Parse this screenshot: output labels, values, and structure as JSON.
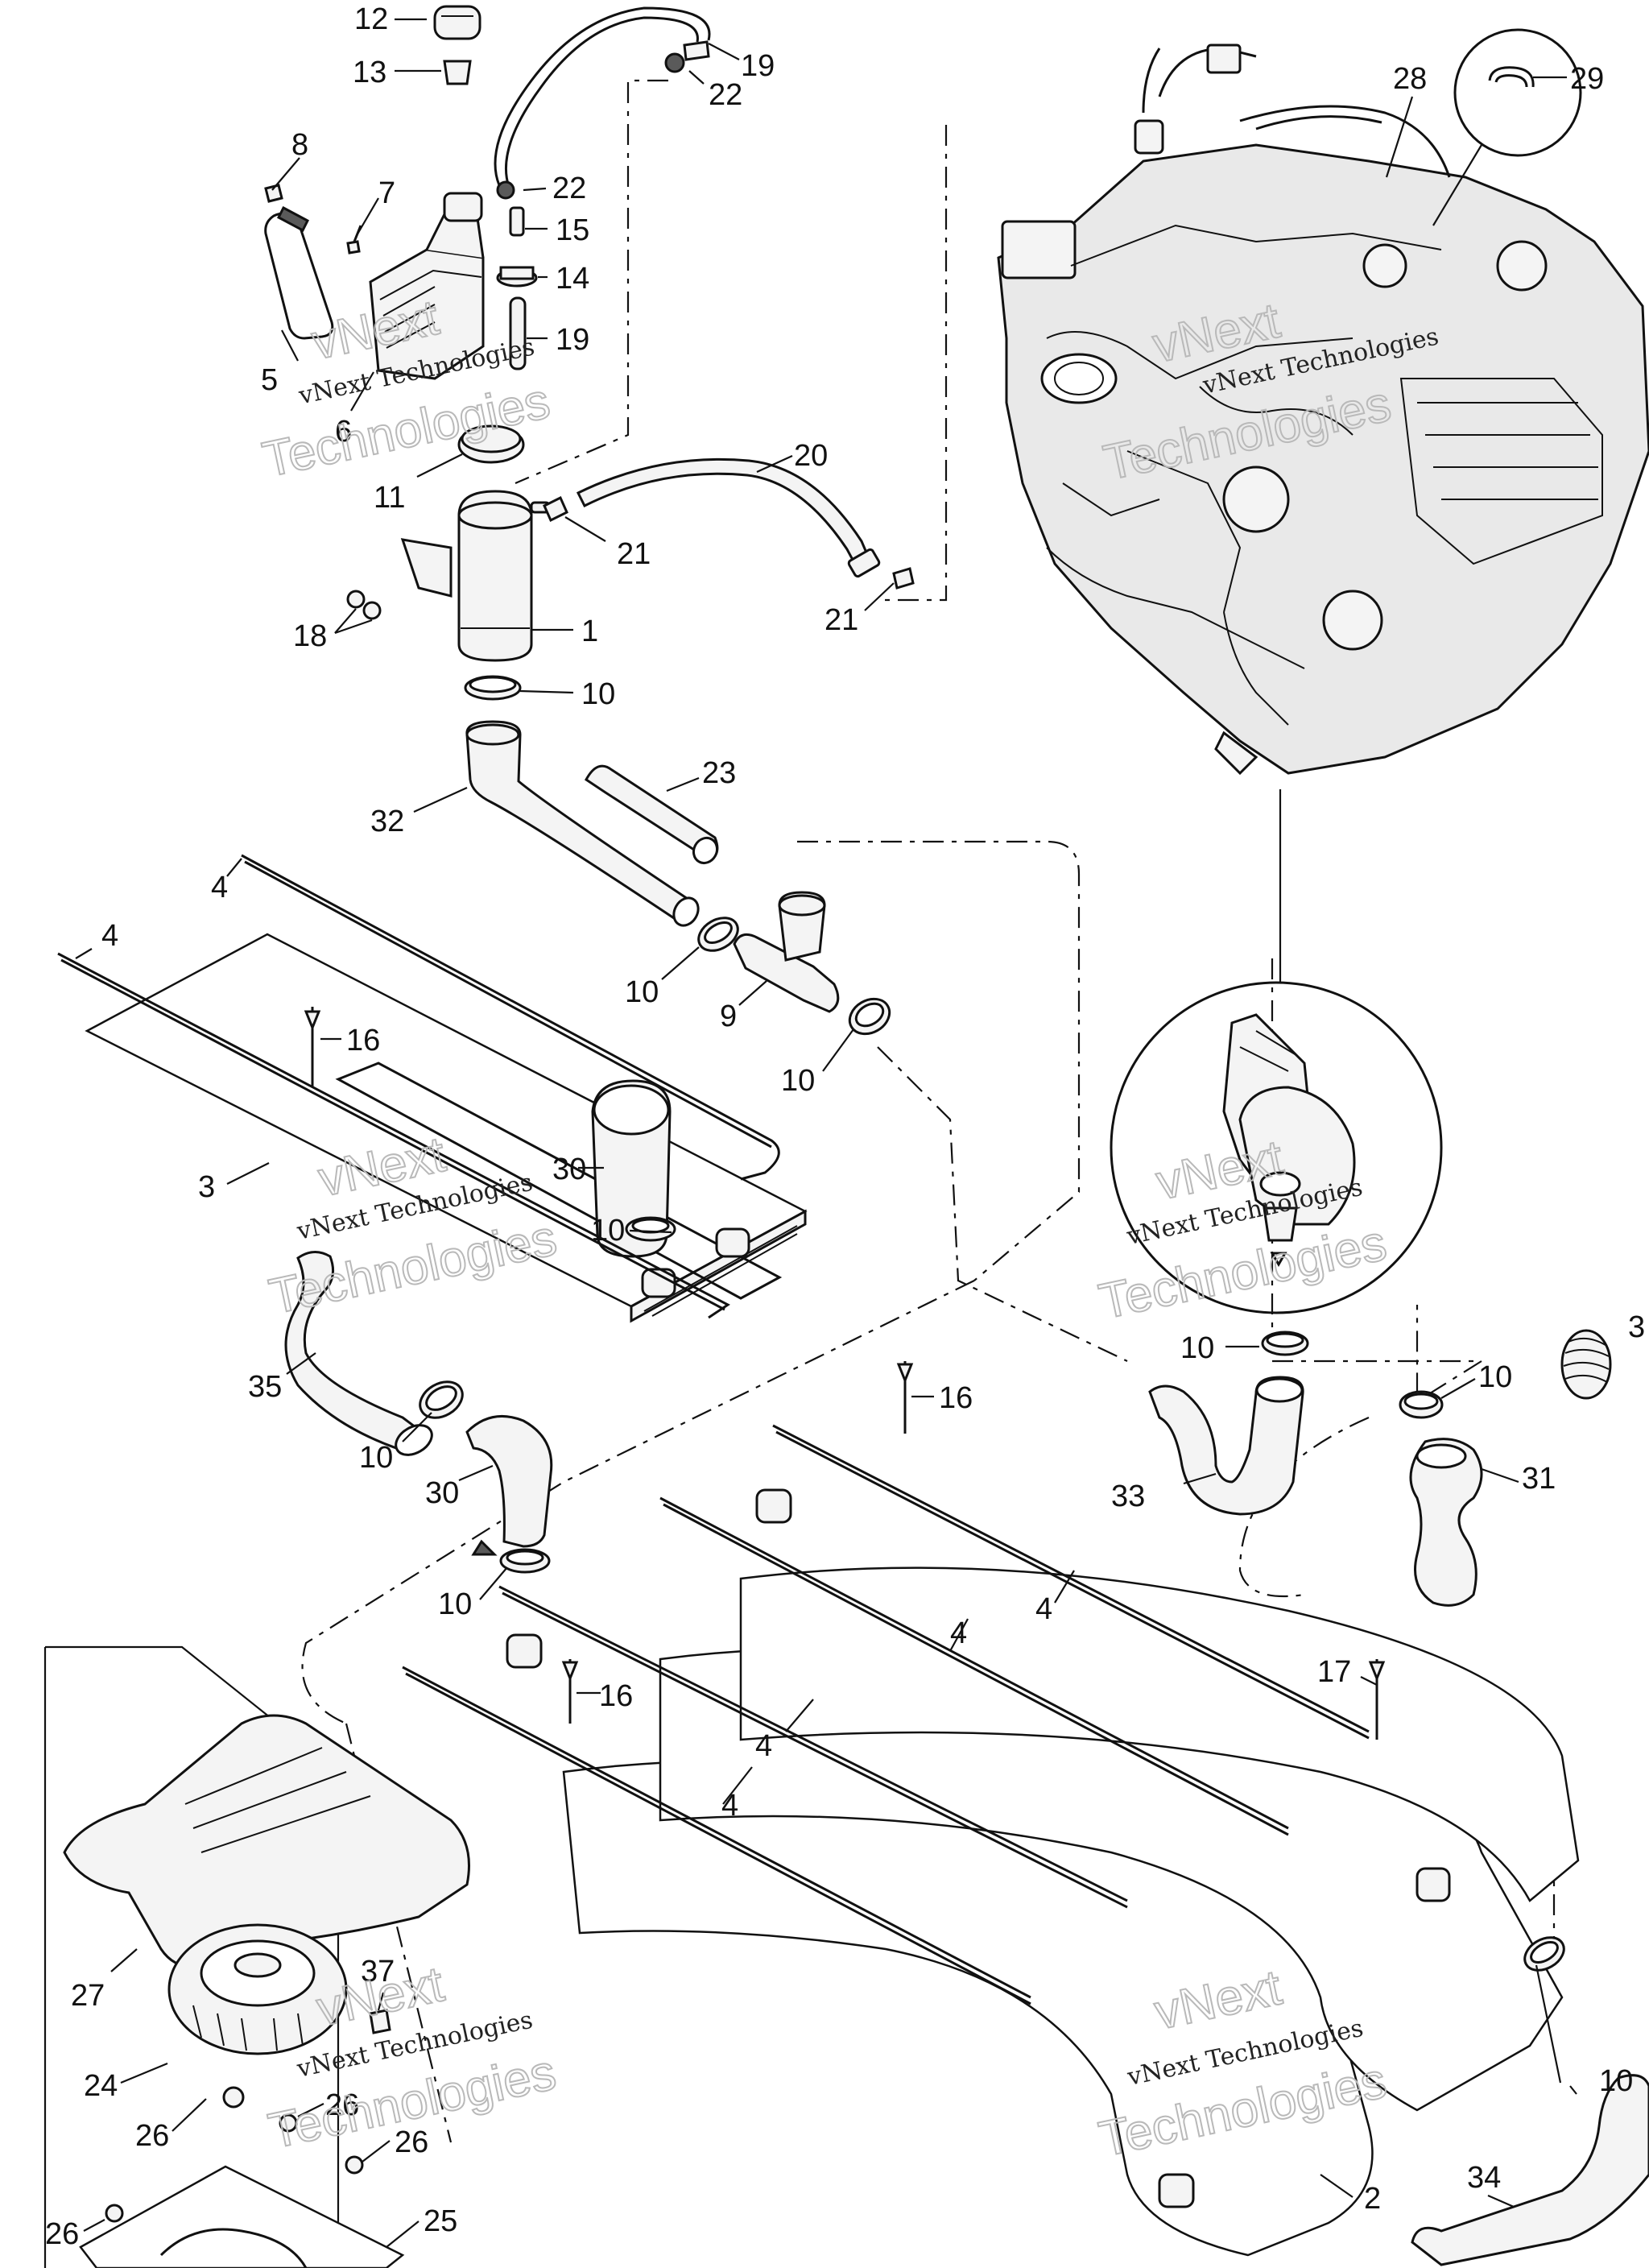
{
  "diagram": {
    "callouts": [
      {
        "id": "c12",
        "label": "12"
      },
      {
        "id": "c13",
        "label": "13"
      },
      {
        "id": "c19a",
        "label": "19"
      },
      {
        "id": "c22a",
        "label": "22"
      },
      {
        "id": "c8",
        "label": "8"
      },
      {
        "id": "c7",
        "label": "7"
      },
      {
        "id": "c22b",
        "label": "22"
      },
      {
        "id": "c15",
        "label": "15"
      },
      {
        "id": "c14",
        "label": "14"
      },
      {
        "id": "c19b",
        "label": "19"
      },
      {
        "id": "c5",
        "label": "5"
      },
      {
        "id": "c6",
        "label": "6"
      },
      {
        "id": "c11",
        "label": "11"
      },
      {
        "id": "c20",
        "label": "20"
      },
      {
        "id": "c21a",
        "label": "21"
      },
      {
        "id": "c21b",
        "label": "21"
      },
      {
        "id": "c18",
        "label": "18"
      },
      {
        "id": "c1",
        "label": "1"
      },
      {
        "id": "c10a",
        "label": "10"
      },
      {
        "id": "c23",
        "label": "23"
      },
      {
        "id": "c32",
        "label": "32"
      },
      {
        "id": "c4a",
        "label": "4"
      },
      {
        "id": "c4b",
        "label": "4"
      },
      {
        "id": "c10b",
        "label": "10"
      },
      {
        "id": "c9",
        "label": "9"
      },
      {
        "id": "c10c",
        "label": "10"
      },
      {
        "id": "c16a",
        "label": "16"
      },
      {
        "id": "c3",
        "label": "3"
      },
      {
        "id": "c30a",
        "label": "30"
      },
      {
        "id": "c10d",
        "label": "10"
      },
      {
        "id": "c35",
        "label": "35"
      },
      {
        "id": "c10e",
        "label": "10"
      },
      {
        "id": "c30b",
        "label": "30"
      },
      {
        "id": "c10f",
        "label": "10"
      },
      {
        "id": "c28",
        "label": "28"
      },
      {
        "id": "c29",
        "label": "29"
      },
      {
        "id": "c10g",
        "label": "10"
      },
      {
        "id": "c3x",
        "label": "3"
      },
      {
        "id": "c10h",
        "label": "10"
      },
      {
        "id": "c31",
        "label": "31"
      },
      {
        "id": "c33",
        "label": "33"
      },
      {
        "id": "c16b",
        "label": "16"
      },
      {
        "id": "c4c",
        "label": "4"
      },
      {
        "id": "c4d",
        "label": "4"
      },
      {
        "id": "c4e",
        "label": "4"
      },
      {
        "id": "c4f",
        "label": "4"
      },
      {
        "id": "c16c",
        "label": "16"
      },
      {
        "id": "c17",
        "label": "17"
      },
      {
        "id": "c27",
        "label": "27"
      },
      {
        "id": "c37",
        "label": "37"
      },
      {
        "id": "c24",
        "label": "24"
      },
      {
        "id": "c26a",
        "label": "26"
      },
      {
        "id": "c26b",
        "label": "26"
      },
      {
        "id": "c26c",
        "label": "26"
      },
      {
        "id": "c26d",
        "label": "26"
      },
      {
        "id": "c25",
        "label": "25"
      },
      {
        "id": "c2",
        "label": "2"
      },
      {
        "id": "c10i",
        "label": "10"
      },
      {
        "id": "c34",
        "label": "34"
      }
    ]
  },
  "watermark": {
    "line1": "vNext Technologies",
    "line2": "Technologies",
    "line3": "vNext"
  },
  "colors": {
    "ink": "#111111",
    "paper": "#ffffff",
    "watermark": "#b9b9b9"
  }
}
